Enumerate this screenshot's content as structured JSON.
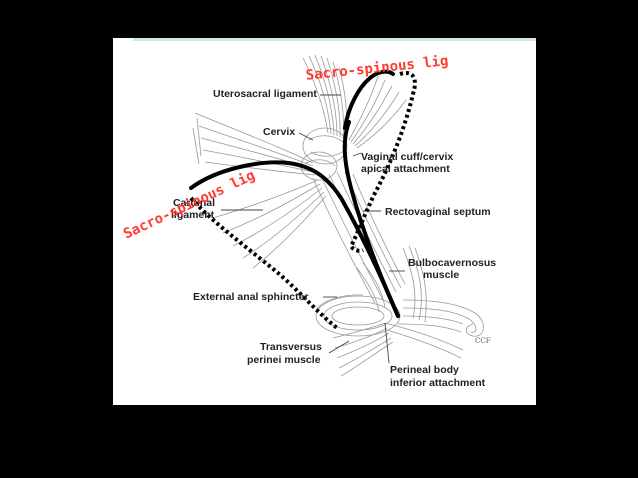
{
  "diagram": {
    "labels": {
      "uterosacral": "Uterosacral ligament",
      "cervix": "Cervix",
      "vaginal_cuff_1": "Vaginal cuff/cervix",
      "vaginal_cuff_2": "apical attachment",
      "cardinal_1": "Cardinal",
      "cardinal_2": "ligament",
      "rectovaginal": "Rectovaginal septum",
      "bulbo_1": "Bulbocavernosus",
      "bulbo_2": "muscle",
      "ext_anal": "External anal sphincter",
      "transversus_1": "Transversus",
      "transversus_2": "perinei muscle",
      "perineal_1": "Perineal body",
      "perineal_2": "inferior attachment"
    },
    "annotations": {
      "sacrospinous_right": "Sacro-spinous lig",
      "sacrospinous_left": "Sacro-spinous lig"
    },
    "watermark": "CCF"
  },
  "colors": {
    "background": "#000000",
    "panel": "#ffffff",
    "annotation": "#ff3b2f",
    "outline": "#000000",
    "muscle": "#9a9a9a"
  }
}
